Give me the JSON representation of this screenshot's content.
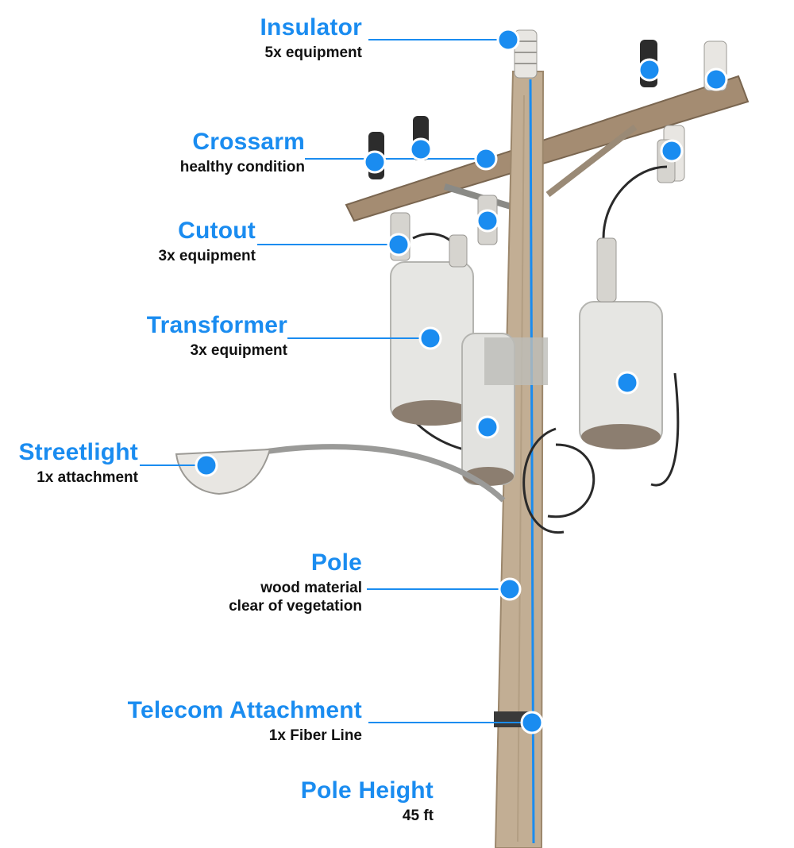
{
  "colors": {
    "accent": "#1a8cf0",
    "text": "#111111",
    "wood": "#b8a58c",
    "transformer": "#e6e6e3"
  },
  "labels": {
    "insulator": {
      "title": "Insulator",
      "sub": "5x equipment"
    },
    "crossarm": {
      "title": "Crossarm",
      "sub": "healthy condition"
    },
    "cutout": {
      "title": "Cutout",
      "sub": "3x equipment"
    },
    "transformer": {
      "title": "Transformer",
      "sub": "3x equipment"
    },
    "streetlight": {
      "title": "Streetlight",
      "sub": "1x attachment"
    },
    "pole": {
      "title": "Pole",
      "sub1": "wood material",
      "sub2": "clear of vegetation"
    },
    "telecom": {
      "title": "Telecom Attachment",
      "sub": "1x Fiber Line"
    },
    "pole_height": {
      "title": "Pole Height",
      "sub": "45 ft"
    }
  }
}
